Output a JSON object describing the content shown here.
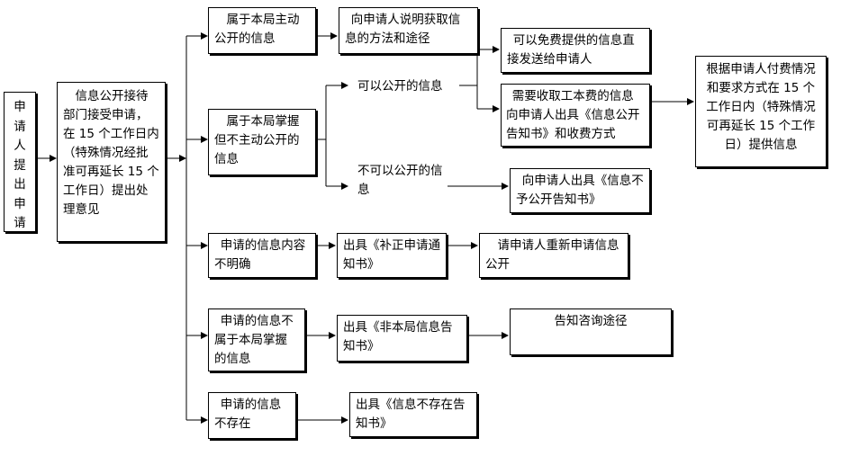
{
  "nodes": {
    "applicant": "申\n请\n人\n提\n出\n申\n请",
    "reception": "信息公开接待部门接受申请，在 15 个工作日内（特殊情况经批准可再延长 15 个工作日）提出处理意见",
    "active_public": "属于本局主动公开的信息",
    "explain_method": "向申请人说明获取信息的方法和途径",
    "held_not_active": "属于本局掌握但不主动公开的信息",
    "can_public": "可以公开的信息",
    "free_send": "可以免费提供的信息直接发送给申请人",
    "fee_notice": "需要收取工本费的信息向申请人出具《信息公开告知书》和收费方式",
    "provide_info": "根据申请人付费情况和要求方式在 15 个工作日内（特殊情况可再延长 15 个工作日）提供信息",
    "cannot_public": "不可以公开的信息",
    "not_public_notice": "向申请人出具《信息不予公开告知书》",
    "unclear": "申请的信息内容不明确",
    "supplement_notice": "出具《补正申请通知书》",
    "reapply": "请申请人重新申请信息公开",
    "not_held": "申请的信息不属于本局掌握的信息",
    "non_bureau_notice": "出具《非本局信息告知书》",
    "inform_channel": "告知咨询途径",
    "not_exist": "申请的信息不存在",
    "not_exist_notice": "出具《信息不存在告知书》"
  }
}
